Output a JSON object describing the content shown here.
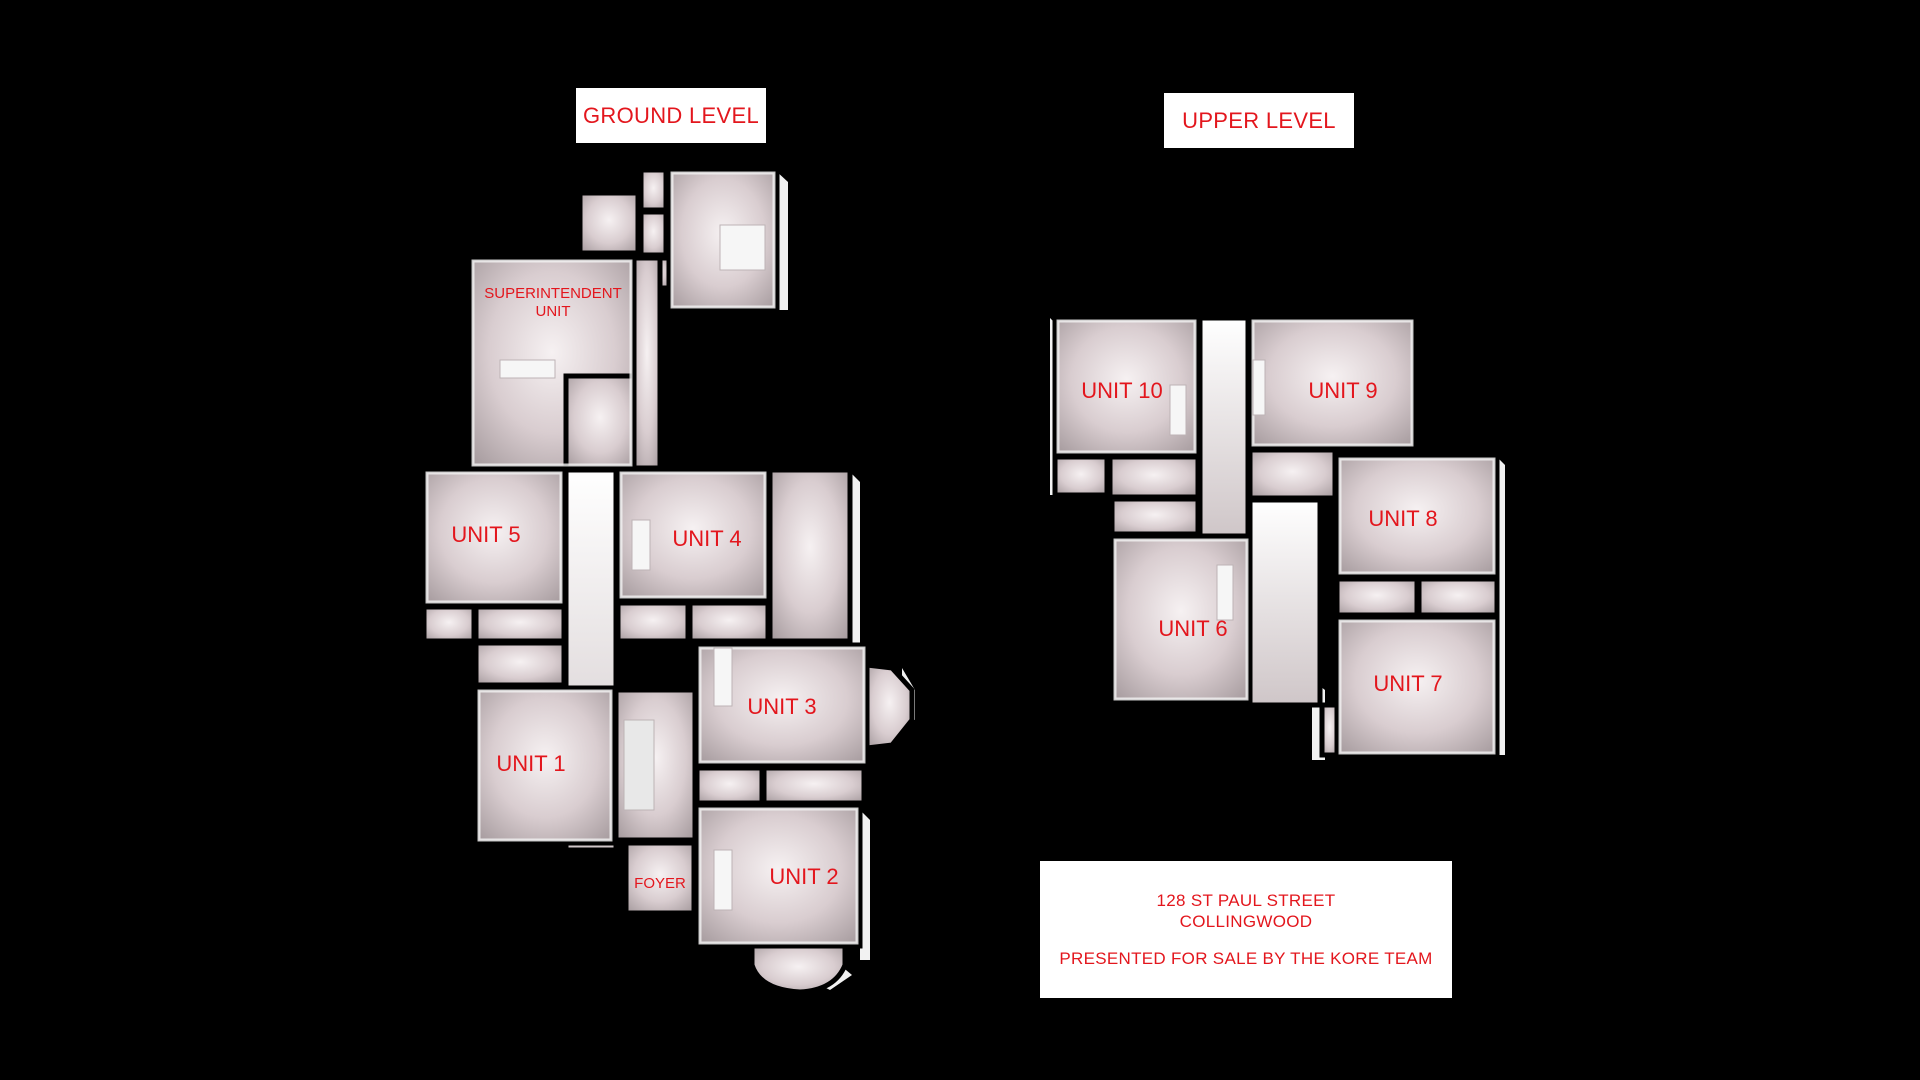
{
  "headings": {
    "ground_level": "GROUND LEVEL",
    "upper_level": "UPPER LEVEL"
  },
  "info": {
    "address_line1": "128 ST PAUL STREET",
    "address_line2": "COLLINGWOOD",
    "presented_by": "PRESENTED FOR SALE BY THE KORE TEAM"
  },
  "ground_rooms": {
    "superintendent_line1": "SUPERINTENDENT",
    "superintendent_line2": "UNIT",
    "unit5": "UNIT 5",
    "unit4": "UNIT 4",
    "unit3": "UNIT 3",
    "unit1": "UNIT 1",
    "unit2": "UNIT 2",
    "foyer": "FOYER"
  },
  "upper_rooms": {
    "unit10": "UNIT 10",
    "unit9": "UNIT 9",
    "unit8": "UNIT 8",
    "unit6": "UNIT 6",
    "unit7": "UNIT 7"
  },
  "colors": {
    "background": "#000000",
    "text_red": "#e3161d",
    "floor": "#d8cfd1",
    "wall_top": "#f4f4f4",
    "wall_side": "#ffffff"
  }
}
